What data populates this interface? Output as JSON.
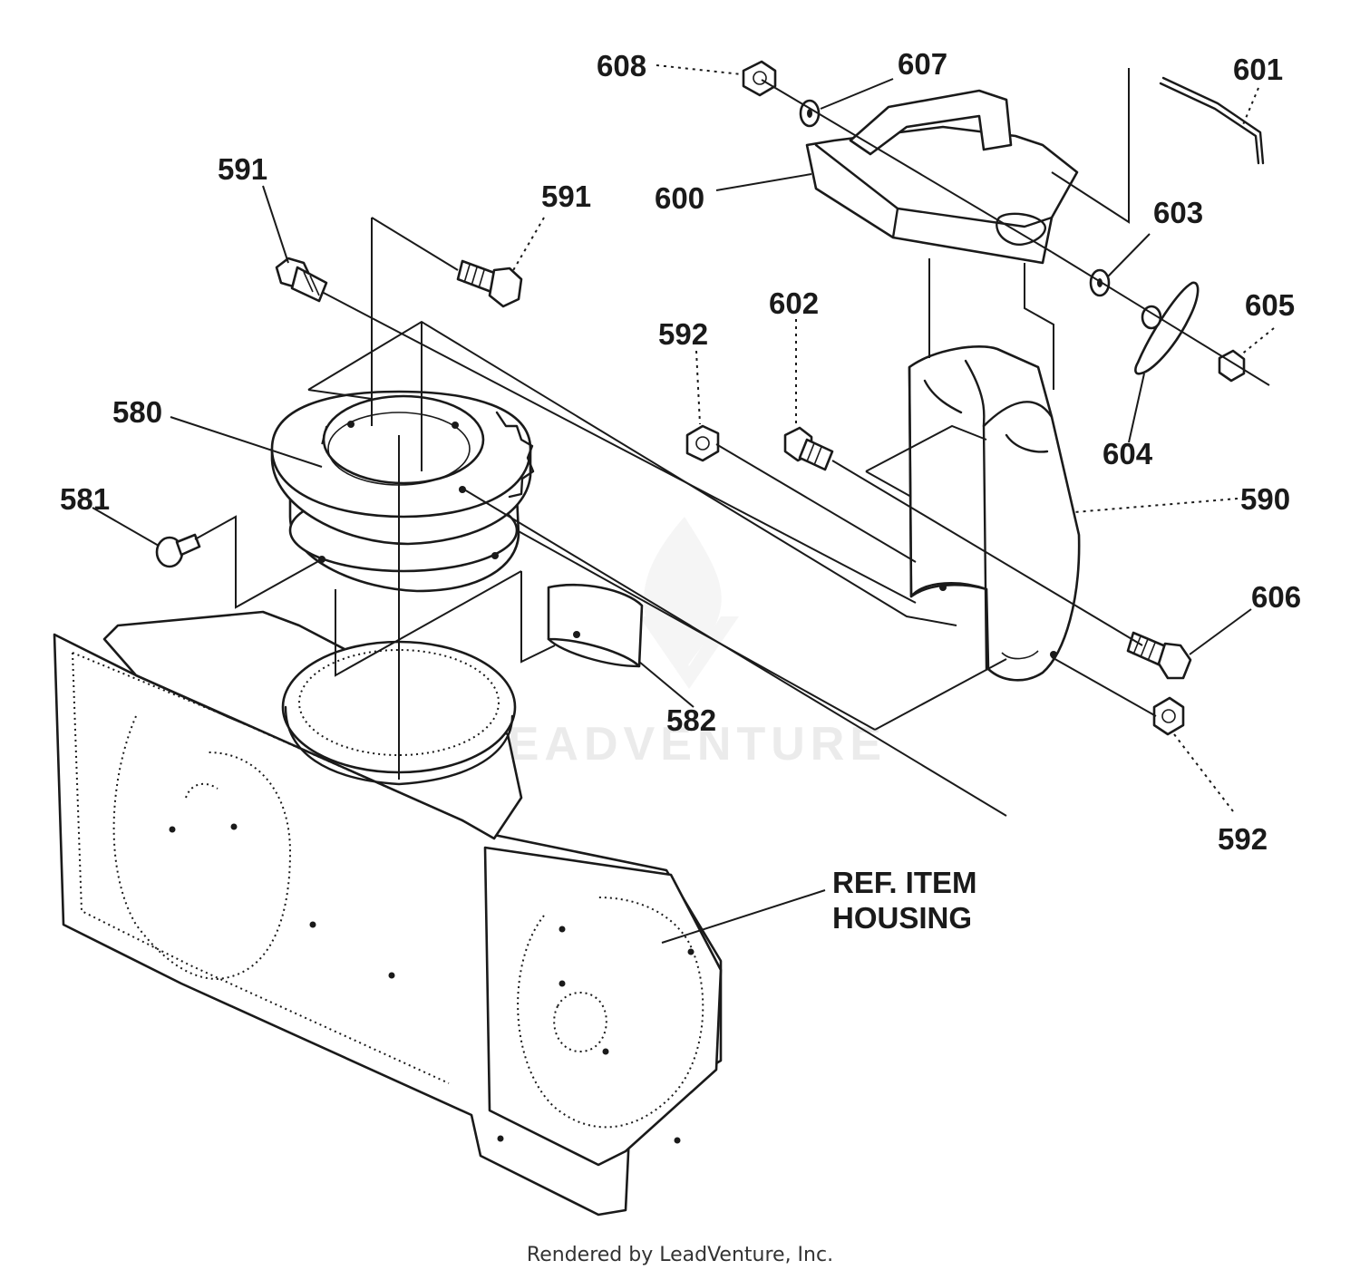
{
  "parts": [
    {
      "id": "p608",
      "number": "608"
    },
    {
      "id": "p607",
      "number": "607"
    },
    {
      "id": "p601",
      "number": "601"
    },
    {
      "id": "p591a",
      "number": "591"
    },
    {
      "id": "p591b",
      "number": "591"
    },
    {
      "id": "p600",
      "number": "600"
    },
    {
      "id": "p603",
      "number": "603"
    },
    {
      "id": "p602",
      "number": "602"
    },
    {
      "id": "p605",
      "number": "605"
    },
    {
      "id": "p592a",
      "number": "592"
    },
    {
      "id": "p580",
      "number": "580"
    },
    {
      "id": "p604",
      "number": "604"
    },
    {
      "id": "p581",
      "number": "581"
    },
    {
      "id": "p590",
      "number": "590"
    },
    {
      "id": "p606",
      "number": "606"
    },
    {
      "id": "p582",
      "number": "582"
    },
    {
      "id": "p592b",
      "number": "592"
    }
  ],
  "reference": {
    "line1": "REF. ITEM",
    "line2": "HOUSING"
  },
  "watermark": "LEADVENTURE",
  "footer": "Rendered by LeadVenture, Inc."
}
